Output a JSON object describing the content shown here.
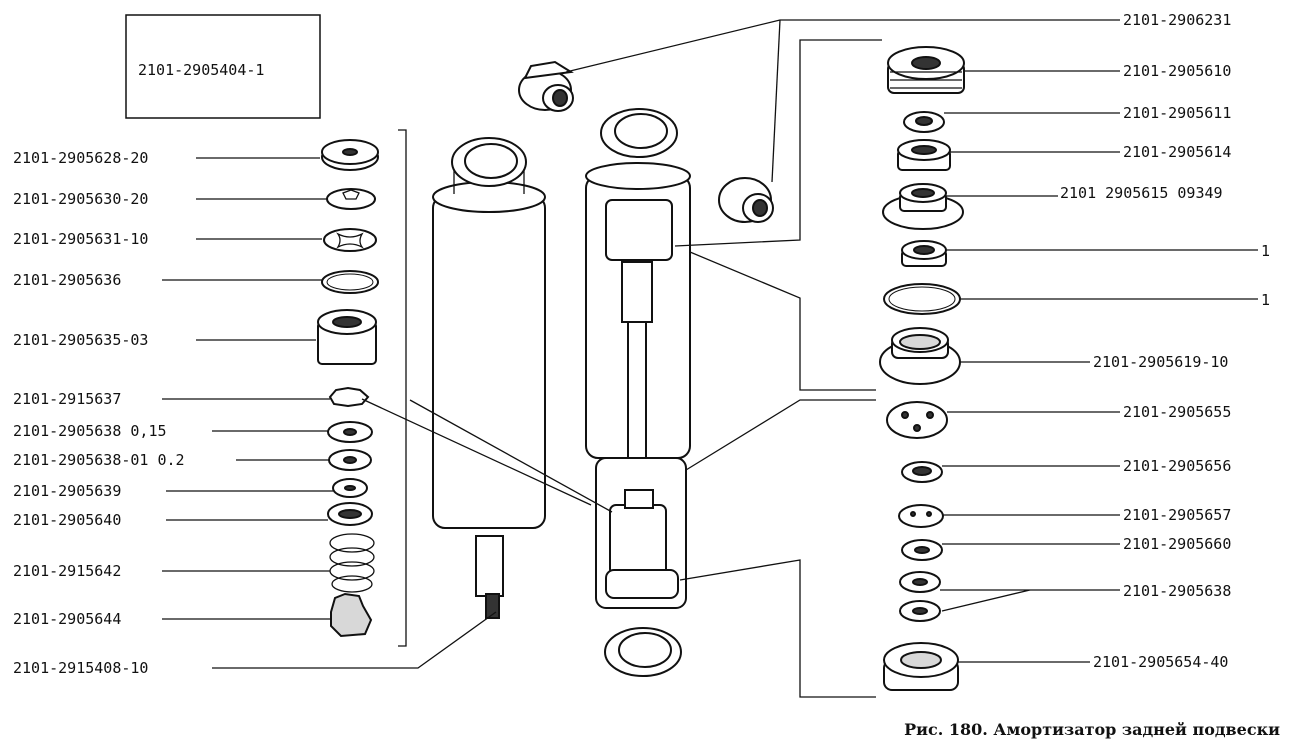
{
  "inset_box": {
    "label": "2101-2905404-1"
  },
  "left_labels": [
    "2101-2905628-20",
    "2101-2905630-20",
    "2101-2905631-10",
    "2101-2905636",
    "2101-2905635-03",
    "2101-2915637",
    "2101-2905638 0,15",
    "2101-2905638-01 0.2",
    "2101-2905639",
    "2101-2905640",
    "2101-2915642",
    "2101-2905644",
    "2101-2915408-10"
  ],
  "right_labels": [
    "2101-2906231",
    "2101-2905610",
    "2101-2905611",
    "2101-2905614",
    "2101 2905615 09349",
    "1",
    "1",
    "2101-2905619-10",
    "2101-2905655",
    "2101-2905656",
    "2101-2905657",
    "2101-2905660",
    "2101-2905638",
    "2101-2905654-40"
  ],
  "caption": "Рис. 180. Амортизатор задней подвески"
}
